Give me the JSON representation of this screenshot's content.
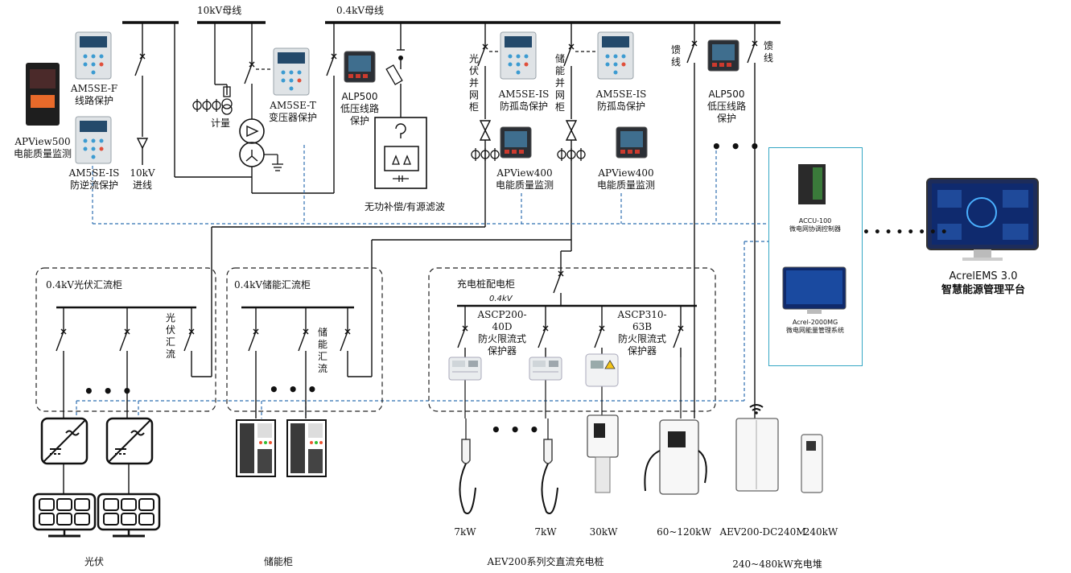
{
  "bus": {
    "b10kv": "10kV母线",
    "b04kv": "0.4kV母线"
  },
  "devices": {
    "apview500": [
      "APView500",
      "电能质量监测"
    ],
    "am5se_f": [
      "AM5SE-F",
      "线路保护"
    ],
    "am5se_is_left": [
      "AM5SE-IS",
      "防逆流保护"
    ],
    "incoming": [
      "10kV",
      "进线"
    ],
    "metering": "计量",
    "am5se_t": [
      "AM5SE-T",
      "变压器保护"
    ],
    "alp500_a": [
      "ALP500",
      "低压线路",
      "保护"
    ],
    "compensation": "无功补偿/有源滤波",
    "pv_cabinet": "光伏并网柜",
    "storage_cabinet": "储能并网柜",
    "am5se_is_a": [
      "AM5SE-IS",
      "防孤岛保护"
    ],
    "am5se_is_b": [
      "AM5SE-IS",
      "防孤岛保护"
    ],
    "apview400_a": [
      "APView400",
      "电能质量监测"
    ],
    "apview400_b": [
      "APView400",
      "电能质量监测"
    ],
    "feeder1": "馈线",
    "feeder2": "馈线",
    "alp500_b": [
      "ALP500",
      "低压线路",
      "保护"
    ]
  },
  "panel": {
    "accu_name": "ACCU-100",
    "accu_desc": "微电网协调控制器",
    "acrel_name": "Acrel-2000MG",
    "acrel_desc": "微电网能量管理系统"
  },
  "platform": {
    "name": "AcrelEMS 3.0",
    "desc": "智慧能源管理平台"
  },
  "pv_box": {
    "title": "0.4kV光伏汇流柜",
    "branch": "光伏汇流"
  },
  "storage_box": {
    "title": "0.4kV储能汇流柜",
    "branch": "储能汇流"
  },
  "charge_box": {
    "title": "充电桩配电柜",
    "bus": "0.4kV",
    "ascp200": [
      "ASCP200-",
      "40D",
      "防火限流式",
      "保护器"
    ],
    "ascp310": [
      "ASCP310-",
      "63B",
      "防火限流式",
      "保护器"
    ]
  },
  "powers": [
    "7kW",
    "7kW",
    "30kW",
    "60~120kW",
    "AEV200-DC240M",
    "240kW"
  ],
  "bottom": {
    "pv": "光伏",
    "storage": "储能柜",
    "charger": "AEV200系列交直流充电桩",
    "stack": "240~480kW充电堆"
  },
  "ellipsis": "• • •",
  "link_dots": "• • • • • • • •"
}
